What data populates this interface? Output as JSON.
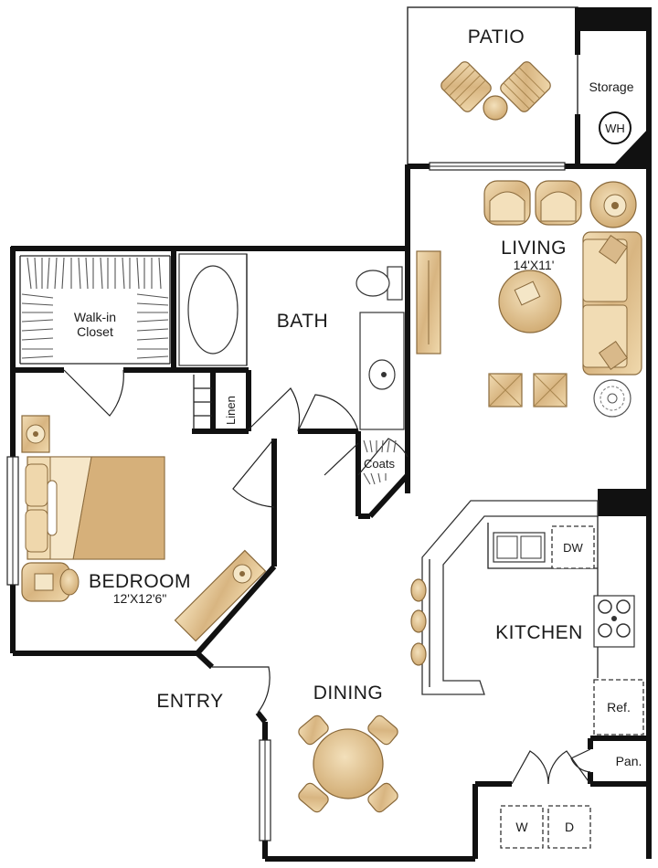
{
  "rooms": {
    "patio": "PATIO",
    "storage": "Storage",
    "water_heater": "WH",
    "living": "LIVING",
    "living_dim": "14'X11'",
    "bath": "BATH",
    "walk_in_closet_line1": "Walk-in",
    "walk_in_closet_line2": "Closet",
    "linen": "Linen",
    "coats": "Coats",
    "bedroom": "BEDROOM",
    "bedroom_dim": "12'X12'6\"",
    "entry": "ENTRY",
    "dining": "DINING",
    "kitchen": "KITCHEN",
    "dishwasher": "DW",
    "refrigerator": "Ref.",
    "pantry": "Pan.",
    "washer": "W",
    "dryer": "D"
  },
  "colors": {
    "wall": "#111111",
    "furniture": "#e8cf9f",
    "furniture_dark": "#c79f63",
    "furniture_outline": "#8a6a3c",
    "wood": "#d9b98a"
  }
}
